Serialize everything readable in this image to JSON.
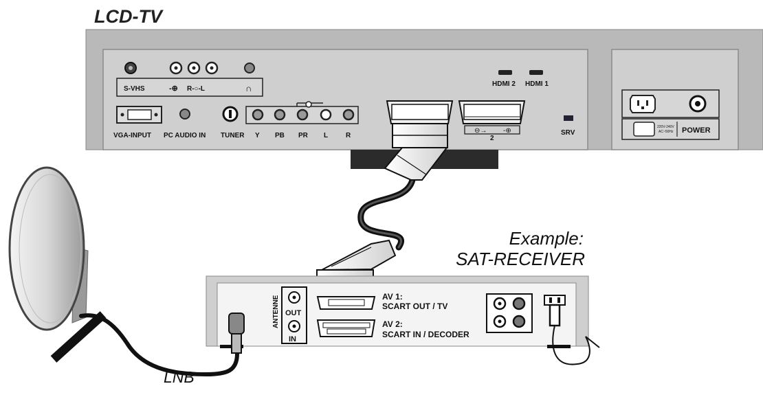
{
  "tv": {
    "title": "LCD-TV",
    "svhs_label": "S-VHS",
    "rl_label": "R-○-L",
    "vga_label": "VGA-INPUT",
    "pc_audio_label": "PC AUDIO IN",
    "tuner_label": "TUNER",
    "component_labels": [
      "Y",
      "PB",
      "PR",
      "L",
      "R"
    ],
    "hdmi2_label": "HDMI 2",
    "hdmi1_label": "HDMI 1",
    "scart2_number": "2",
    "srv_label": "SRV",
    "voltage_line1": "220V-240V",
    "voltage_line2": "AC~50Hz",
    "power_label": "POWER"
  },
  "receiver": {
    "caption_line1": "Example:",
    "caption_line2": "SAT-RECEIVER",
    "antenne_label": "ANTENNE",
    "out_label": "OUT",
    "in_label": "IN",
    "av1_line1": "AV 1:",
    "av1_line2": "SCART OUT / TV",
    "av2_line1": "AV 2:",
    "av2_line2": "SCART IN / DECODER"
  },
  "lnb_label": "LNB",
  "colors": {
    "tv_panel": "#b4b4b4",
    "tv_face": "#c8c8c8",
    "receiver_face": "#f2f2f2",
    "cable": "#111111"
  }
}
